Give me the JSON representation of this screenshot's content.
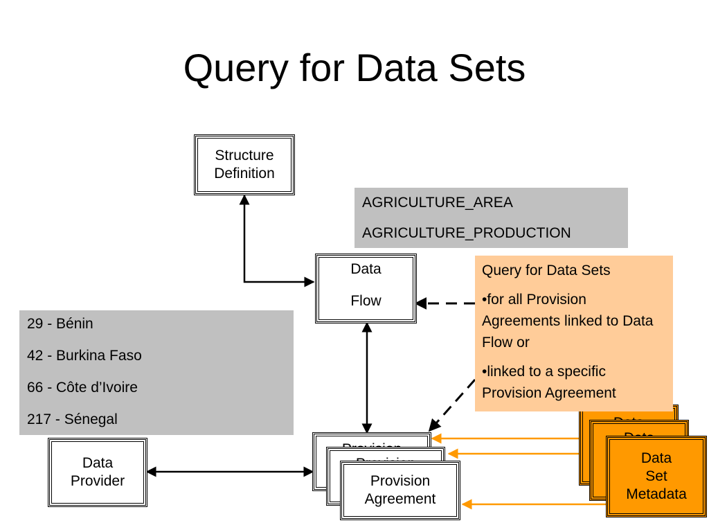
{
  "title": "Query for Data Sets",
  "nodes": {
    "structure_definition": [
      "Structure",
      "Definition"
    ],
    "data_flow": [
      "Data",
      "Flow"
    ],
    "data_provider": [
      "Data",
      "Provider"
    ],
    "provision_agreement_back": "Provision",
    "provision_agreement_mid": "Provision",
    "provision_agreement_front": [
      "Provision",
      "Agreement"
    ],
    "metadata_back": "Data",
    "metadata_mid": "Data",
    "metadata_front": [
      "Data",
      "Set",
      "Metadata"
    ]
  },
  "dataflow_codes": [
    "AGRICULTURE_AREA",
    "AGRICULTURE_PRODUCTION"
  ],
  "provider_codes": [
    "29 - Bénin",
    "42 - Burkina Faso",
    "66 - Côte d’Ivoire",
    "217 - Sénegal"
  ],
  "query_note": {
    "heading": "Query for Data Sets",
    "option1": "•for all Provision Agreements linked to Data Flow or",
    "option2": "•linked to a specific Provision Agreement"
  },
  "colors": {
    "metadata_fill": "#ff9900",
    "note_fill": "#ffcc99",
    "code_list_fill": "#c0c0c0",
    "link_line": "#ff9900"
  }
}
